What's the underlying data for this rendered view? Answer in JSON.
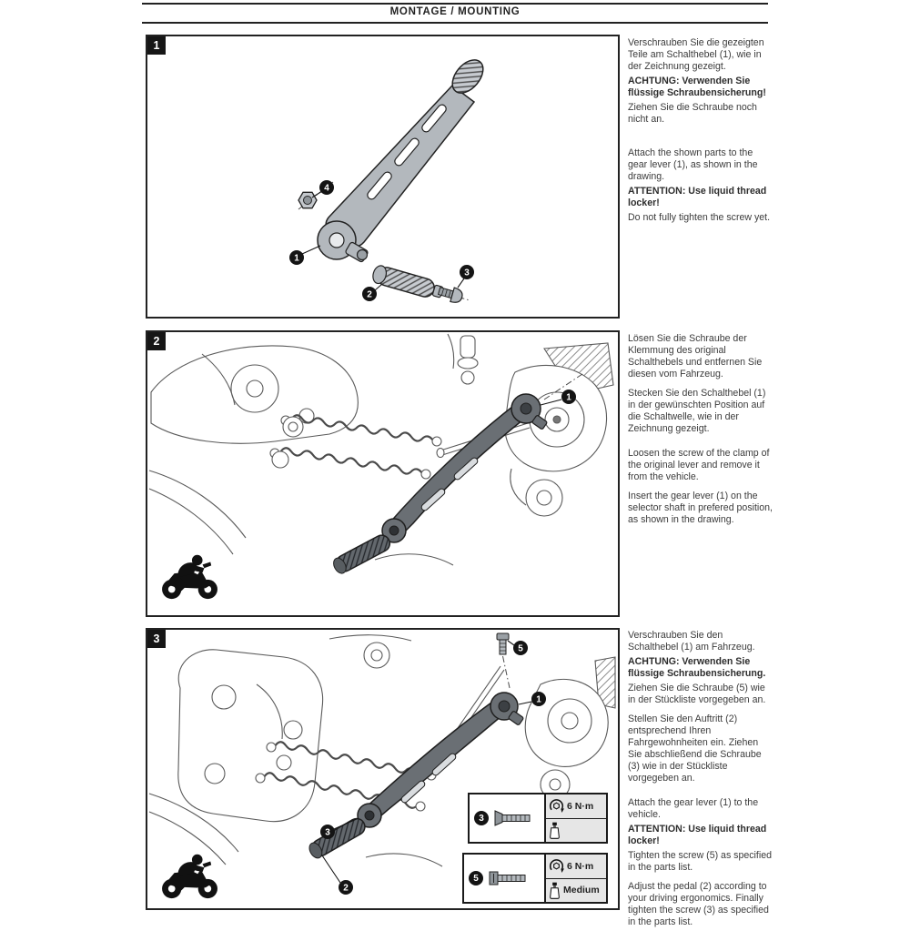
{
  "header": {
    "title": "MONTAGE / MOUNTING"
  },
  "steps": [
    {
      "number": "1",
      "callouts": [
        "4",
        "1",
        "2",
        "3"
      ],
      "de": [
        "Verschrauben Sie die gezeigten Teile am Schalthebel (1), wie in der Zeichnung gezeigt.",
        "ACHTUNG: Verwenden Sie flüssige Schraubensicherung!",
        "Ziehen Sie die Schraube noch nicht an."
      ],
      "en": [
        "Attach the shown parts to the gear lever (1), as shown in the drawing.",
        "ATTENTION: Use liquid thread locker!",
        "Do not fully tighten the screw yet."
      ]
    },
    {
      "number": "2",
      "callouts": [
        "1"
      ],
      "de": [
        "Lösen Sie die Schraube der Klemmung des original Schalthebels und entfernen Sie diesen vom Fahrzeug.",
        "Stecken Sie den Schalthebel (1) in der gewünschten Position auf die Schaltwelle, wie in der Zeichnung gezeigt."
      ],
      "en": [
        "Loosen the screw of the clamp of the original lever and remove it from the vehicle.",
        "Insert the gear lever (1) on the selector shaft in prefered position, as shown in the drawing."
      ]
    },
    {
      "number": "3",
      "callouts": [
        "5",
        "1",
        "3",
        "2"
      ],
      "de": [
        "Verschrauben Sie den Schalthebel (1) am Fahrzeug.",
        "ACHTUNG: Verwenden Sie flüssige Schraubensicherung.",
        "Ziehen Sie die Schraube (5) wie in der Stückliste vorgegeben an.",
        "Stellen Sie den Auftritt (2) entsprechend Ihren Fahrgewohnheiten ein. Ziehen Sie abschließend die Schraube (3) wie in der Stückliste vorgegeben an."
      ],
      "en": [
        "Attach the gear lever (1) to the vehicle.",
        "ATTENTION: Use liquid thread locker!",
        "Tighten the screw (5) as specified in the parts list.",
        "Adjust the pedal (2) according to your driving ergonomics. Finally tighten the screw (3) as specified in the parts list."
      ]
    }
  ],
  "torque_tables": [
    {
      "part": "3",
      "torque": "6 N·m",
      "locker": ""
    },
    {
      "part": "5",
      "torque": "6 N·m",
      "locker": "Medium"
    }
  ],
  "icons": {
    "motorcycle-icon": "black rider-on-motorcycle silhouette",
    "torque-icon": "circular arrow around hex bolt",
    "threadlocker-bottle-icon": "thread locker bottle with black cap",
    "flat-screw-icon": "countersunk screw side view",
    "cap-screw-icon": "cylinder head screw side view"
  },
  "colors": {
    "line": "#222222",
    "lever_fill": "#6a6f74",
    "table_cell": "#e6e6e6"
  }
}
